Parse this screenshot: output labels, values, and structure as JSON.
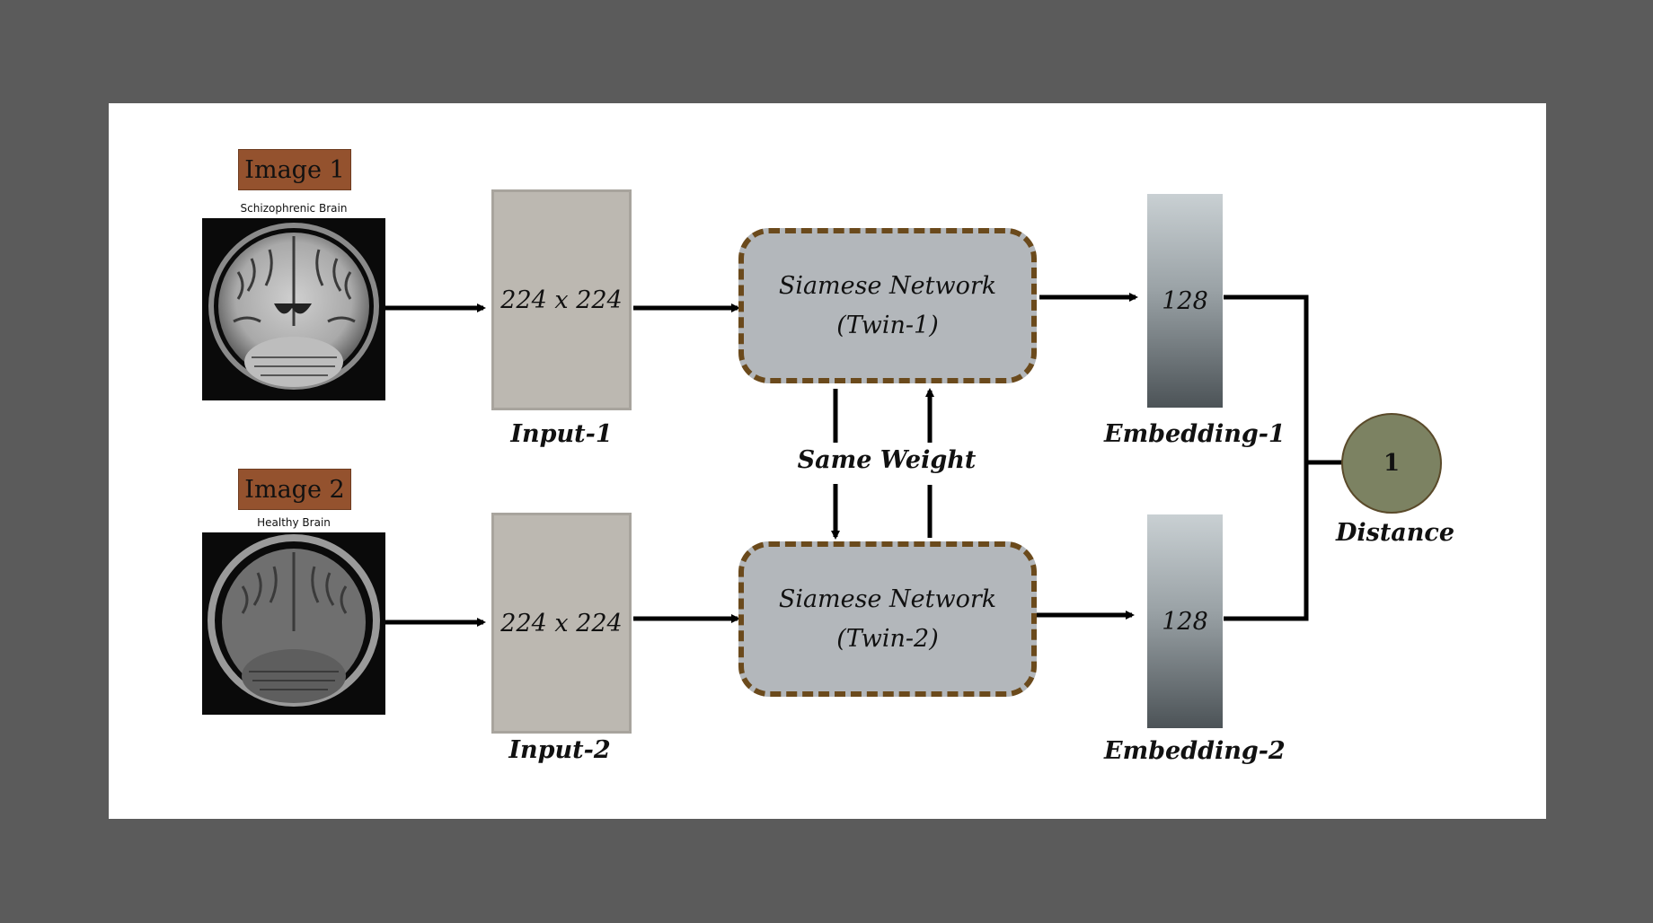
{
  "image1": {
    "tag": "Image 1",
    "caption": "Schizophrenic Brain"
  },
  "image2": {
    "tag": "Image 2",
    "caption": "Healthy Brain"
  },
  "input1": {
    "size": "224 x 224",
    "label": "Input-1"
  },
  "input2": {
    "size": "224 x 224",
    "label": "Input-2"
  },
  "twin1": {
    "line1": "Siamese Network",
    "line2": "(Twin-1)"
  },
  "twin2": {
    "line1": "Siamese Network",
    "line2": "(Twin-2)"
  },
  "shared": {
    "label": "Same Weight"
  },
  "embedding1": {
    "dim": "128",
    "label": "Embedding-1"
  },
  "embedding2": {
    "dim": "128",
    "label": "Embedding-2"
  },
  "distance": {
    "value": "1",
    "label": "Distance"
  },
  "colors": {
    "image_tag": "#94522e",
    "input_box": "#bcb8b1",
    "network_box": "#b3b7bb",
    "network_border": "#6b4a1c",
    "distance_circle": "#7c8262"
  }
}
